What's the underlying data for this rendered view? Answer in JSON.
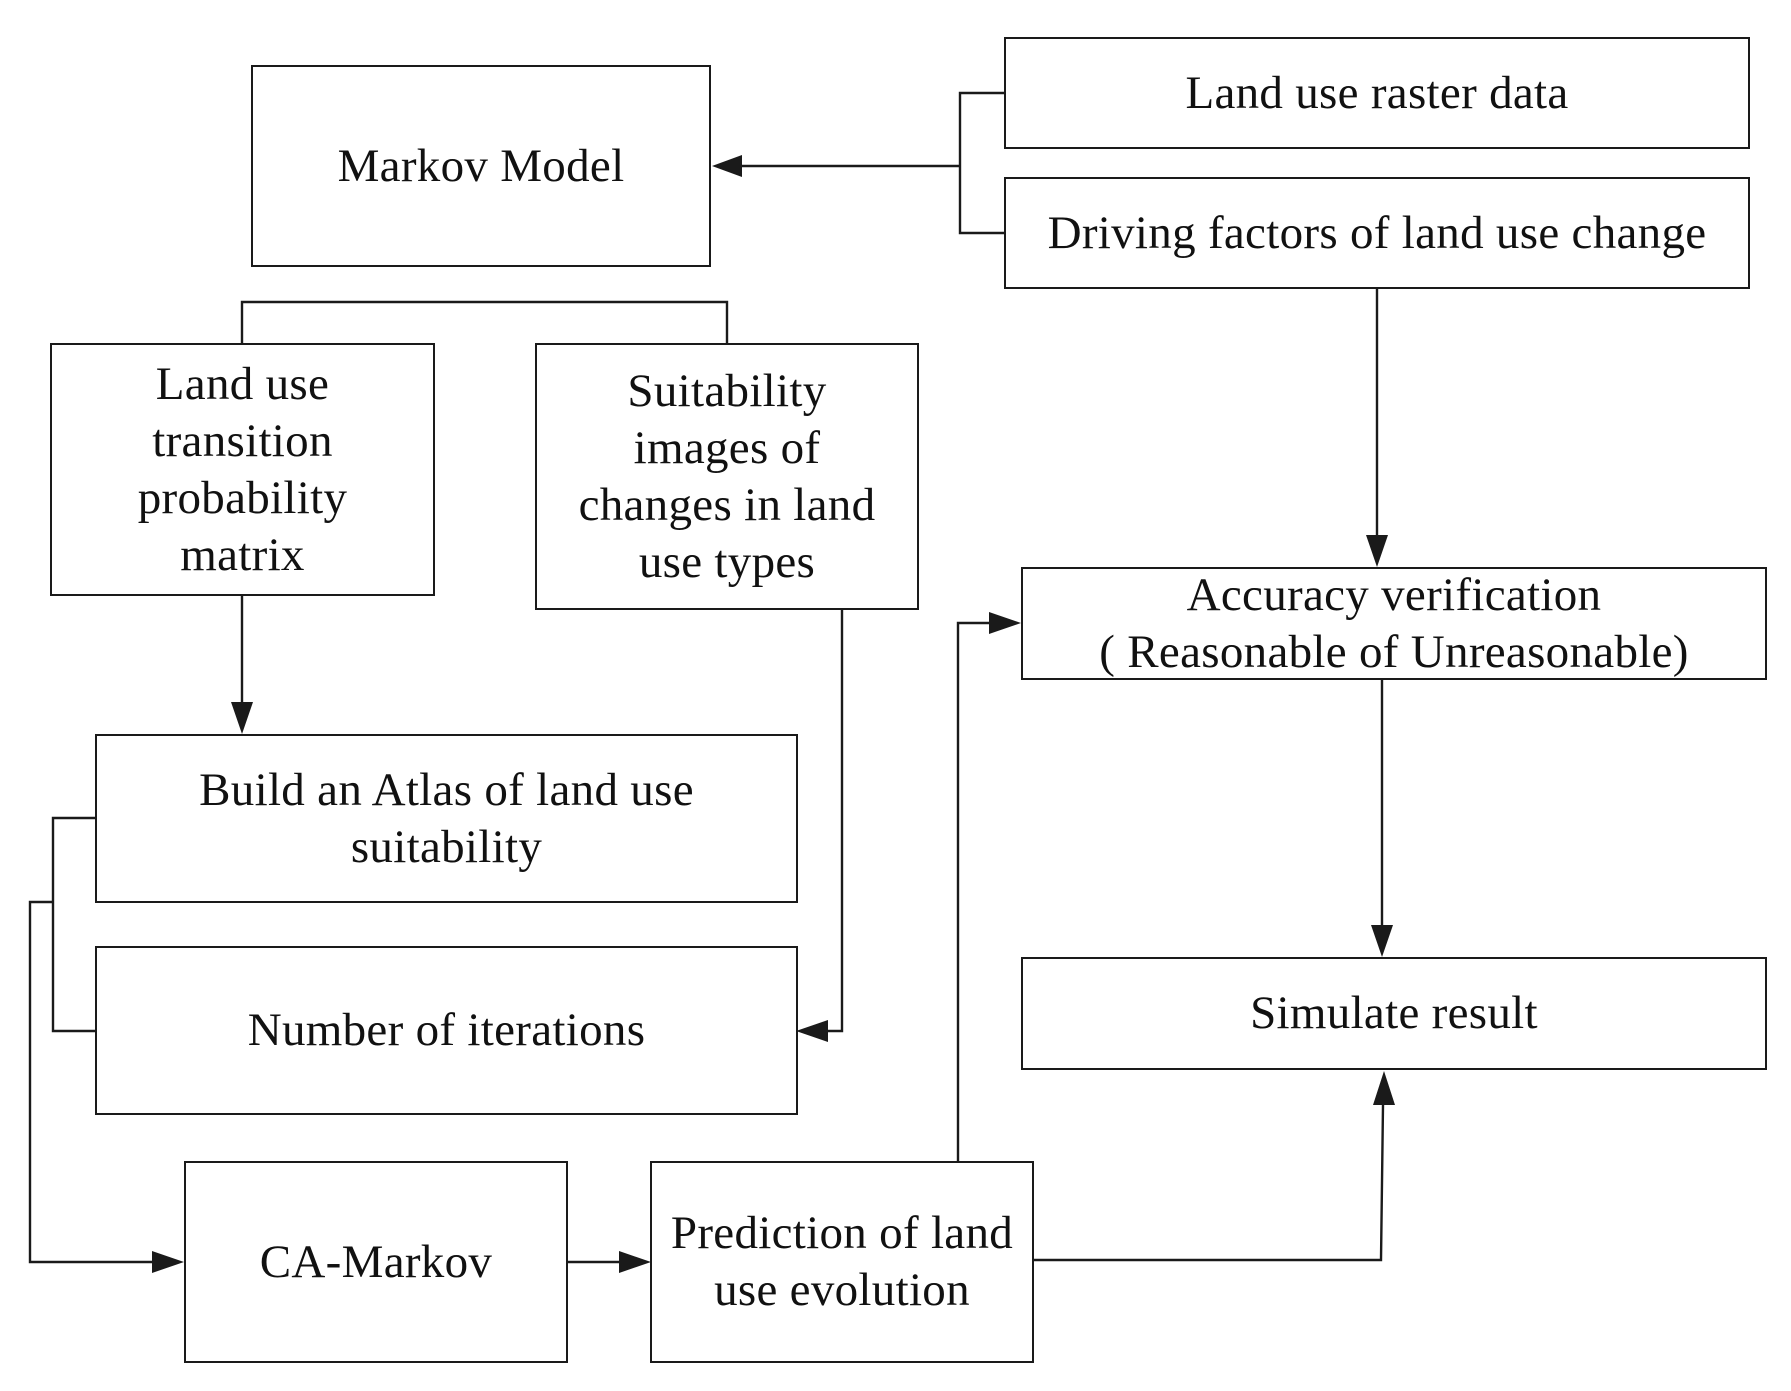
{
  "nodes": {
    "markov_model": "Markov Model",
    "land_use_raster": "Land use raster data",
    "driving_factors": "Driving factors of land use change",
    "transition_matrix": "Land use\ntransition\nprobability\nmatrix",
    "suitability_images": "Suitability\nimages of\nchanges in land\nuse types",
    "accuracy_verification": "Accuracy verification\n( Reasonable of Unreasonable)",
    "atlas": "Build an Atlas of land use\nsuitability",
    "iterations": "Number of iterations",
    "simulate_result": "Simulate result",
    "ca_markov": "CA-Markov",
    "prediction": "Prediction of land\nuse evolution"
  },
  "colors": {
    "line": "#1a1a1a",
    "box_fill": "#ffffff",
    "text": "#111111"
  }
}
